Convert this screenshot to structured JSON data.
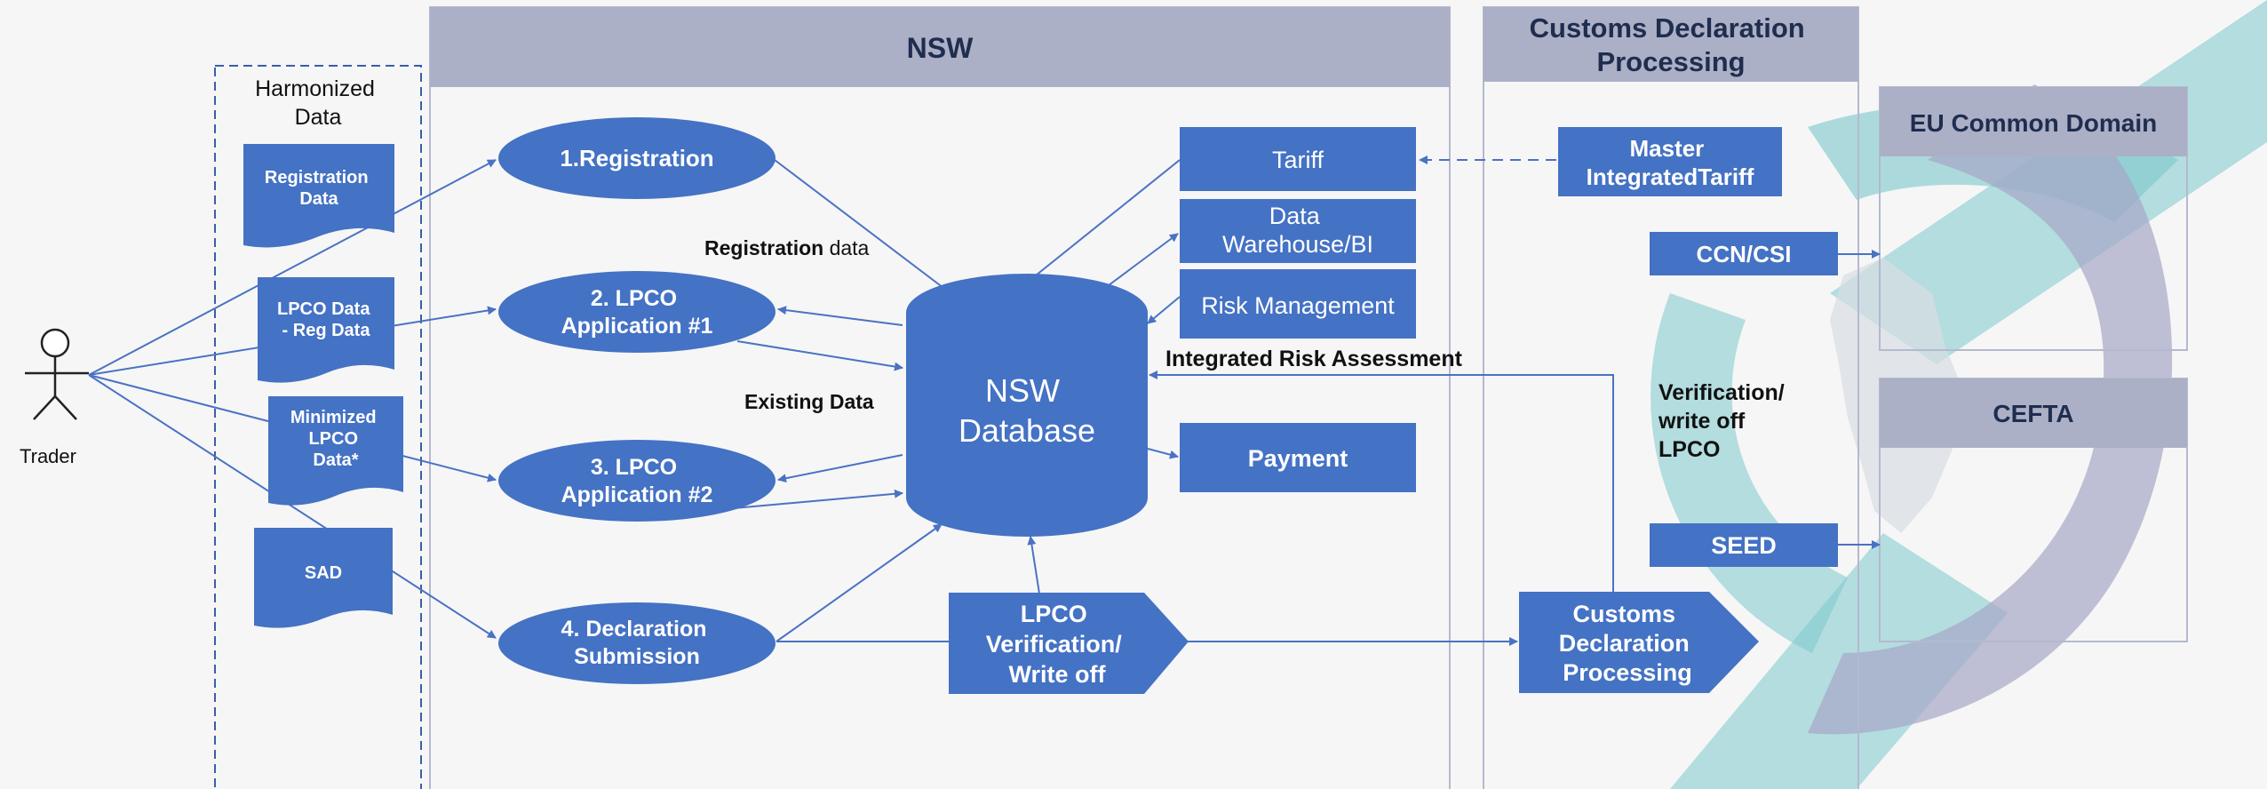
{
  "actor": {
    "label": "Trader"
  },
  "harmonized": {
    "title_lines": [
      "Harmonized",
      "Data"
    ],
    "docs": [
      {
        "lines": [
          "Registration",
          "Data"
        ]
      },
      {
        "lines": [
          "LPCO Data",
          "- Reg Data"
        ]
      },
      {
        "lines": [
          "Minimized",
          "LPCO",
          "Data*"
        ]
      },
      {
        "lines": [
          "SAD"
        ]
      }
    ]
  },
  "nsw": {
    "title": "NSW",
    "processes": [
      {
        "lines": [
          "1.Registration"
        ]
      },
      {
        "lines": [
          "2. LPCO",
          "Application #1"
        ]
      },
      {
        "lines": [
          "3. LPCO",
          "Application #2"
        ]
      },
      {
        "lines": [
          "4. Declaration",
          "Submission"
        ]
      }
    ],
    "database": {
      "lines": [
        "NSW",
        "Database"
      ]
    },
    "services": [
      {
        "lines": [
          "Tariff"
        ]
      },
      {
        "lines": [
          "Data",
          "Warehouse/BI"
        ]
      },
      {
        "lines": [
          "Risk Management"
        ]
      },
      {
        "lines": [
          "Payment"
        ]
      }
    ],
    "verification": {
      "lines": [
        "LPCO",
        "Verification/",
        "Write off"
      ]
    },
    "labels": {
      "registration_bold": "Registration",
      "registration_rest": " data",
      "existing_data": "Existing Data",
      "integrated_risk": "Integrated Risk Assessment"
    }
  },
  "customs": {
    "title_lines": [
      "Customs Declaration",
      "Processing"
    ],
    "master_tariff": {
      "lines": [
        "Master",
        "IntegratedTariff"
      ]
    },
    "ccn": "CCN/CSI",
    "seed": "SEED",
    "verification_label": [
      "Verification/",
      "write off",
      "LPCO"
    ],
    "processing": {
      "lines": [
        "Customs",
        "Declaration",
        "Processing"
      ]
    }
  },
  "external": {
    "eu": "EU Common Domain",
    "cefta": "CEFTA"
  },
  "colors": {
    "box_blue": "#4472c4",
    "header_grey": "#abb0c6",
    "line_blue": "#4a72c4",
    "logo_teal": "#7cc8cc",
    "logo_lavender": "#a7a6c6"
  }
}
